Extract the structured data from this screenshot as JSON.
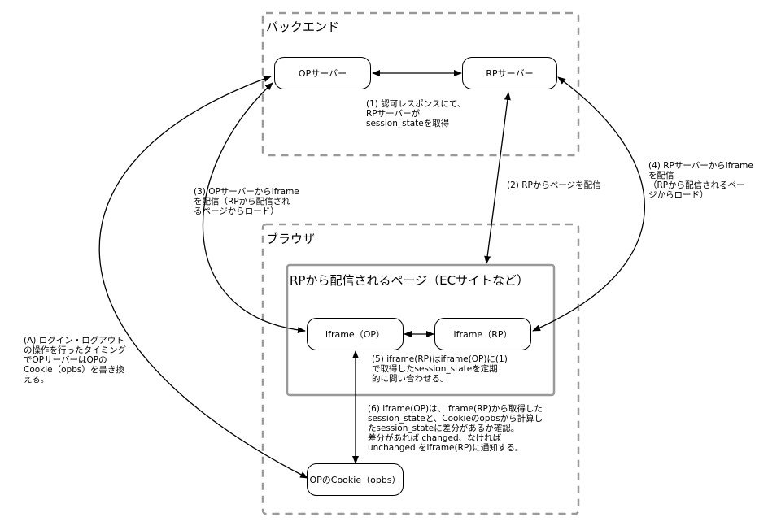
{
  "groups": {
    "backend": "バックエンド",
    "browser": "ブラウザ",
    "ec_page": "RPから配信されるページ（ECサイトなど）"
  },
  "nodes": {
    "op_server": "OPサーバー",
    "rp_server": "RPサーバー",
    "iframe_op": "iframe（OP）",
    "iframe_rp": "iframe（RP）",
    "op_cookie": "OPのCookie（opbs）"
  },
  "annotations": {
    "step1": "(1) 認可レスポンスにて、\nRPサーバーが\nsession_stateを取得",
    "step2": "(2) RPからページを配信",
    "step3": "(3) OPサーバーからiframe\nを配信（RPから配信され\nるページからロード）",
    "step4": "(4) RPサーバーからiframe\nを配信\n（RPから配信されるペー\nジからロード）",
    "step5": "(5) iframe(RP)はiframe(OP)に(1)\nで取得したsession_stateを定期\n的に問い合わせる。",
    "step6": "(6) iframe(OP)は、iframe(RP)から取得した\nsession_stateと、Cookieのopbsから計算し\nたsession_stateに差分があるか確認。\n差分があれば changed、なければ\nunchanged をiframe(RP)に通知する。",
    "stepA": "(A) ログイン・ログアウト\nの操作を行ったタイミング\nでOPサーバーはOPの\nCookie（opbs）を書き換\nえる。"
  }
}
